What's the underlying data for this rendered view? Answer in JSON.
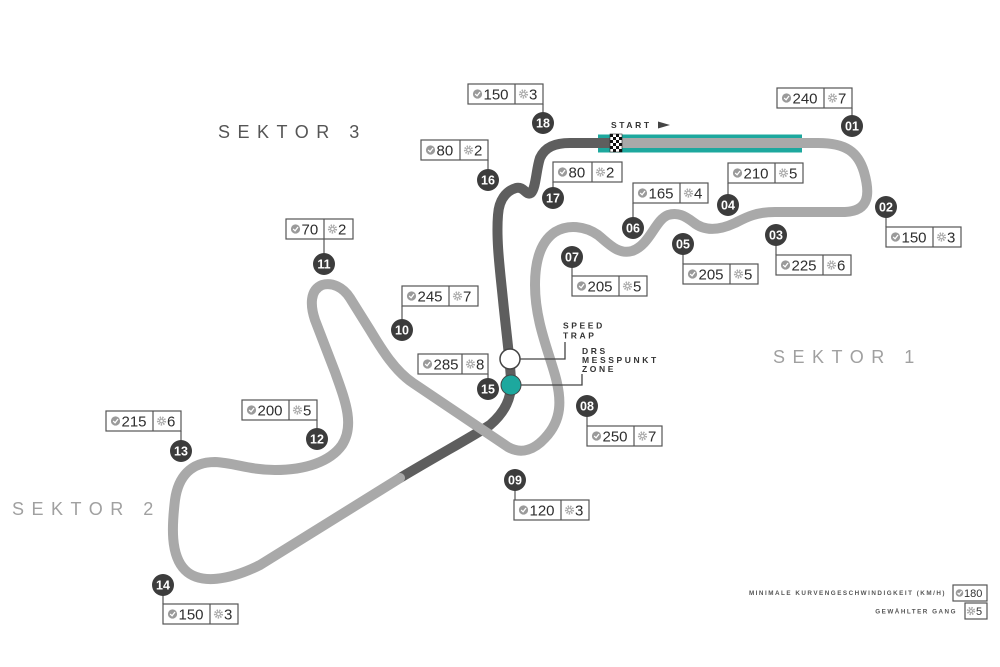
{
  "sectors": [
    {
      "label": "SEKTOR 1"
    },
    {
      "label": "SEKTOR 2"
    },
    {
      "label": "SEKTOR 3"
    }
  ],
  "start": {
    "label": "START"
  },
  "speed_trap": {
    "lines": [
      "SPEED",
      "TRAP"
    ]
  },
  "drs_measure_zone": {
    "lines": [
      "DRS",
      "MESSPUNKT",
      "ZONE"
    ]
  },
  "corners": [
    {
      "number": "01",
      "min_speed": "240",
      "gear": "7"
    },
    {
      "number": "02",
      "min_speed": "150",
      "gear": "3"
    },
    {
      "number": "03",
      "min_speed": "225",
      "gear": "6"
    },
    {
      "number": "04",
      "min_speed": "210",
      "gear": "5"
    },
    {
      "number": "05",
      "min_speed": "205",
      "gear": "5"
    },
    {
      "number": "06",
      "min_speed": "165",
      "gear": "4"
    },
    {
      "number": "07",
      "min_speed": "205",
      "gear": "5"
    },
    {
      "number": "08",
      "min_speed": "250",
      "gear": "7"
    },
    {
      "number": "09",
      "min_speed": "120",
      "gear": "3"
    },
    {
      "number": "10",
      "min_speed": "245",
      "gear": "7"
    },
    {
      "number": "11",
      "min_speed": "70",
      "gear": "2"
    },
    {
      "number": "12",
      "min_speed": "200",
      "gear": "5"
    },
    {
      "number": "13",
      "min_speed": "215",
      "gear": "6"
    },
    {
      "number": "14",
      "min_speed": "150",
      "gear": "3"
    },
    {
      "number": "15",
      "min_speed": "285",
      "gear": "8"
    },
    {
      "number": "16",
      "min_speed": "80",
      "gear": "2"
    },
    {
      "number": "17",
      "min_speed": "80",
      "gear": "2"
    },
    {
      "number": "18",
      "min_speed": "150",
      "gear": "3"
    }
  ],
  "legend": {
    "speed_label": "MINIMALE KURVENGESCHWINDIGKEIT (KM/H)",
    "speed_example": "180",
    "gear_label": "GEWÄHLTER GANG",
    "gear_example": "5"
  },
  "colors": {
    "track": "#a9a9a9",
    "sector3_track": "#5e5e5e",
    "drs": "#1da89e",
    "marker": "#3c3c3c",
    "sector_label": "#a0a0a0",
    "sector3_label": "#555555"
  },
  "icons": {
    "speed": "speedometer-icon",
    "gear": "gear-icon",
    "start_direction": "flag-arrow-icon",
    "start_line": "checkered-flag-icon"
  }
}
